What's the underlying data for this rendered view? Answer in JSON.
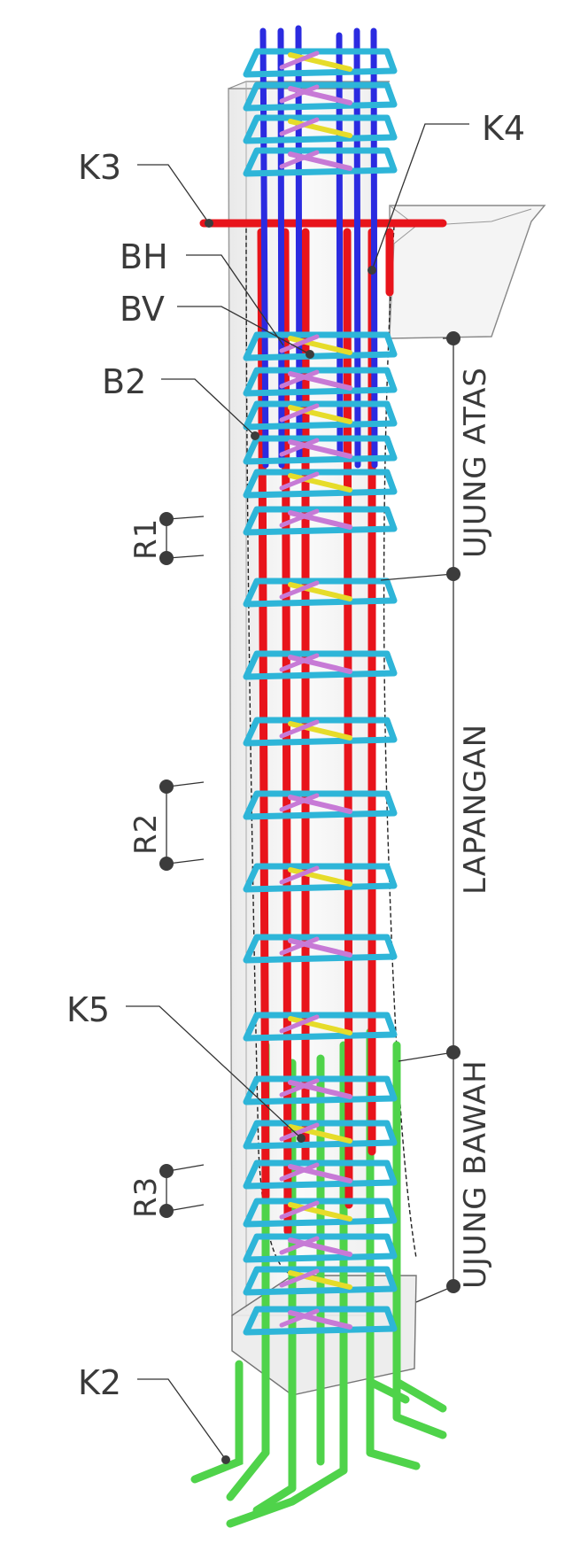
{
  "labels": {
    "k3": "K3",
    "k4": "K4",
    "bh": "BH",
    "bv": "BV",
    "b2": "B2",
    "k5": "K5",
    "k2": "K2",
    "r1": "R1",
    "r2": "R2",
    "r3": "R3"
  },
  "zones": {
    "top": "UJUNG ATAS",
    "middle": "LAPANGAN",
    "bottom": "UJUNG BAWAH"
  },
  "colors": {
    "main_bar_red": "#e8141b",
    "upper_bar_blue": "#2b2be0",
    "lower_bar_green": "#4fd34a",
    "stirrup_cyan": "#2eb5d8",
    "crosstie_yellow": "#e6dc2a",
    "crosstie_purple": "#c77ad6",
    "concrete_outline": "#8a8a8a",
    "annotation": "#3a3a3a"
  }
}
